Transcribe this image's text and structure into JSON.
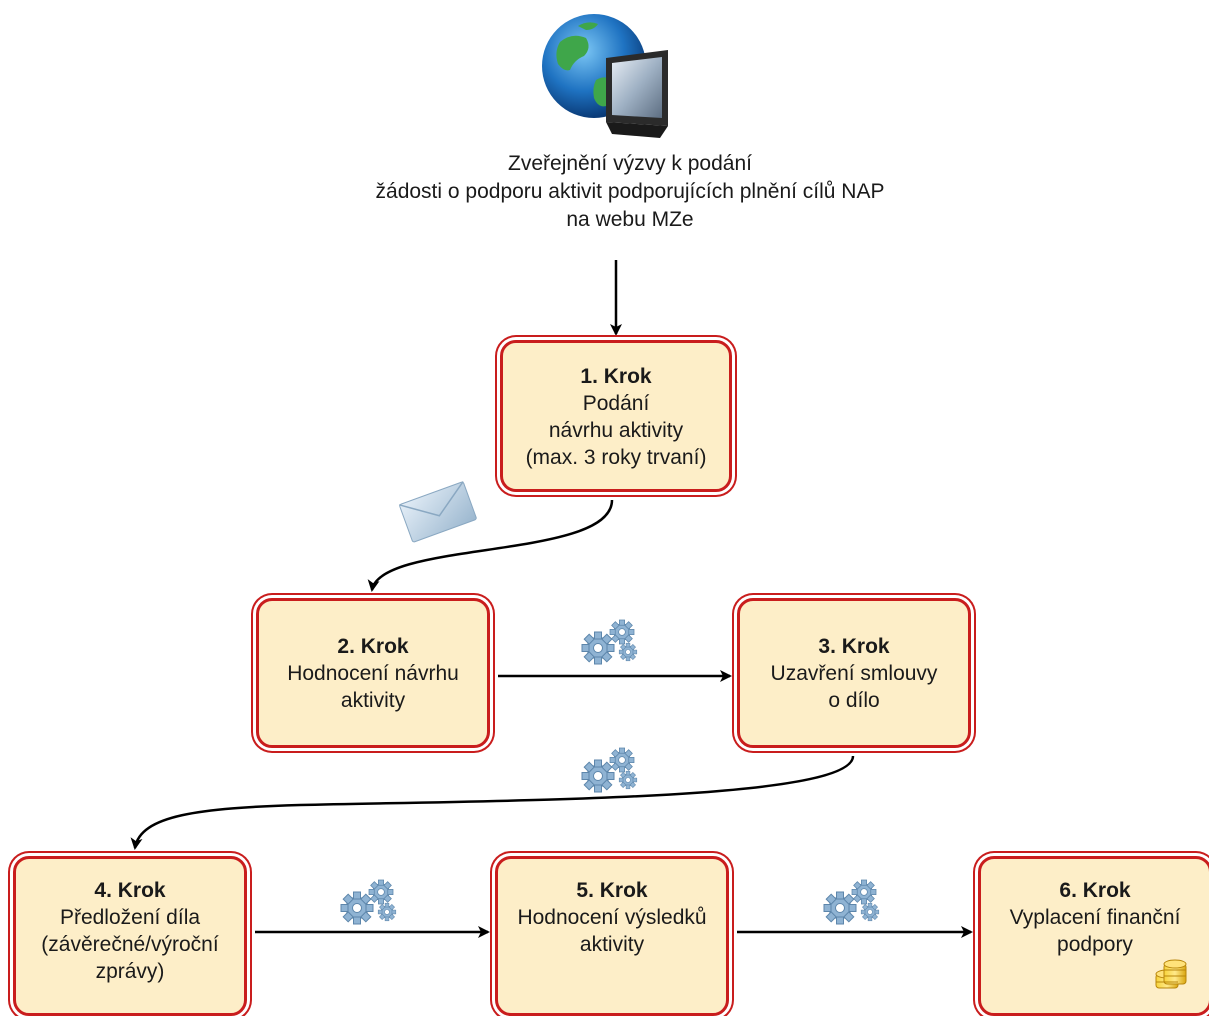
{
  "intro": {
    "lines": [
      "Zveřejnění výzvy k podání",
      "žádosti o podporu aktivit podporujících plnění cílů NAP",
      "na webu MZe"
    ]
  },
  "steps": [
    {
      "title": "1. Krok",
      "lines": [
        "Podání",
        "návrhu aktivity",
        "(max. 3 roky trvaní)"
      ]
    },
    {
      "title": "2. Krok",
      "lines": [
        "Hodnocení návrhu",
        "aktivity"
      ]
    },
    {
      "title": "3. Krok",
      "lines": [
        "Uzavření smlouvy",
        "o dílo"
      ]
    },
    {
      "title": "4. Krok",
      "lines": [
        "Předložení díla",
        "(závěrečné/výroční",
        "zprávy)"
      ]
    },
    {
      "title": "5. Krok",
      "lines": [
        "Hodnocení výsledků",
        "aktivity"
      ]
    },
    {
      "title": "6. Krok",
      "lines": [
        "Vyplacení finanční",
        "podpory"
      ]
    }
  ],
  "icons": {
    "globe_monitor": "globe-monitor-icon",
    "envelope": "envelope-icon",
    "gears": "gears-icon",
    "coins": "coins-icon"
  },
  "colors": {
    "box_fill": "#fdeec8",
    "box_border": "#c91d1d",
    "arrow": "#000000",
    "gear": "#7fa6c6"
  }
}
